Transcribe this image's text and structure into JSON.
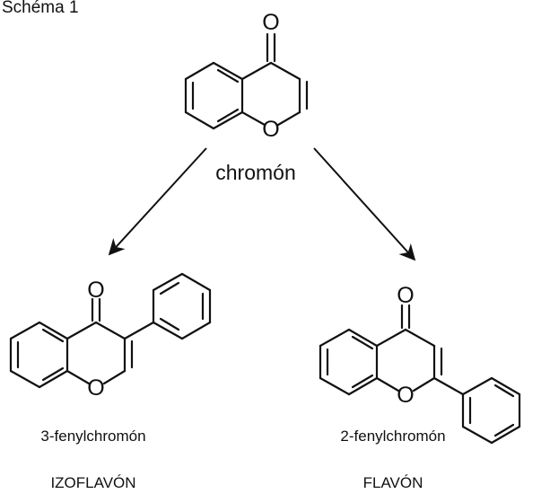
{
  "scheme_title": "Schéma 1",
  "atoms": {
    "oxygen": "O"
  },
  "chromone": {
    "name": "chromón"
  },
  "isoflavone": {
    "name": "3-fenylchromón",
    "class_name": "IZOFLAVÓN"
  },
  "flavone": {
    "name": "2-fenylchromón",
    "class_name": "FLAVÓN"
  }
}
